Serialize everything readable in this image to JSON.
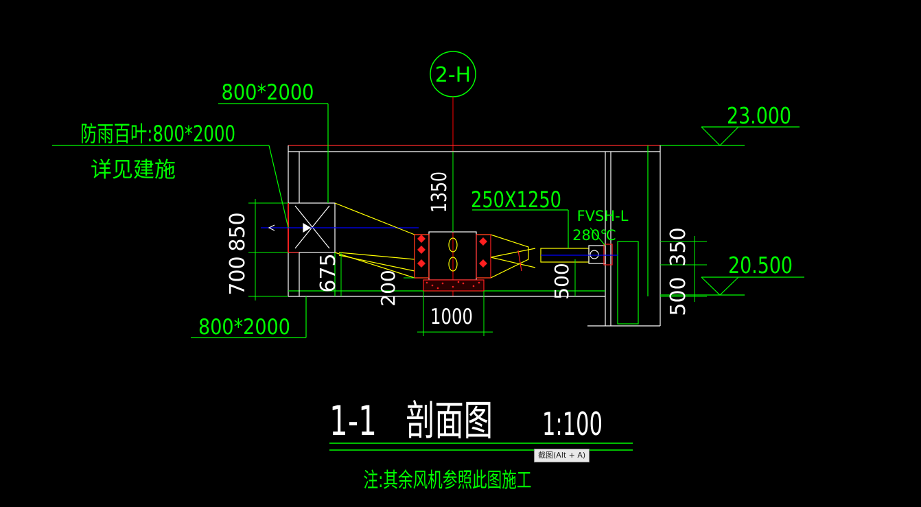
{
  "drawing": {
    "grid_axis_label": "2-H",
    "dim_top_opening": "800*2000",
    "louver_label": "防雨百叶:800*2000",
    "louver_note": "详见建施",
    "dim_bottom_opening": "800*2000",
    "elevation_top": "23.000",
    "elevation_bottom": "20.500",
    "dim_1350": "1350",
    "duct_size": "250X1250",
    "damper_label": "FVSH-L",
    "damper_temp": "280℃",
    "dim_850": "850",
    "dim_700": "700",
    "dim_675": "675",
    "dim_200": "200",
    "dim_1000": "1000",
    "dim_500_mid": "500",
    "dim_350": "350",
    "dim_500_right": "500",
    "title": "1-1　剖面图",
    "scale": "1:100",
    "note": "注:其余风机参照此图施工"
  },
  "colors": {
    "background": "#000000",
    "lines": "#00ff00",
    "ducts": "#ffff00",
    "axis": "#ff0000",
    "centerline": "#0000ff",
    "fill": "#ff2020",
    "white": "#ffffff"
  },
  "tooltip": {
    "label": "截图(Alt + A)"
  }
}
